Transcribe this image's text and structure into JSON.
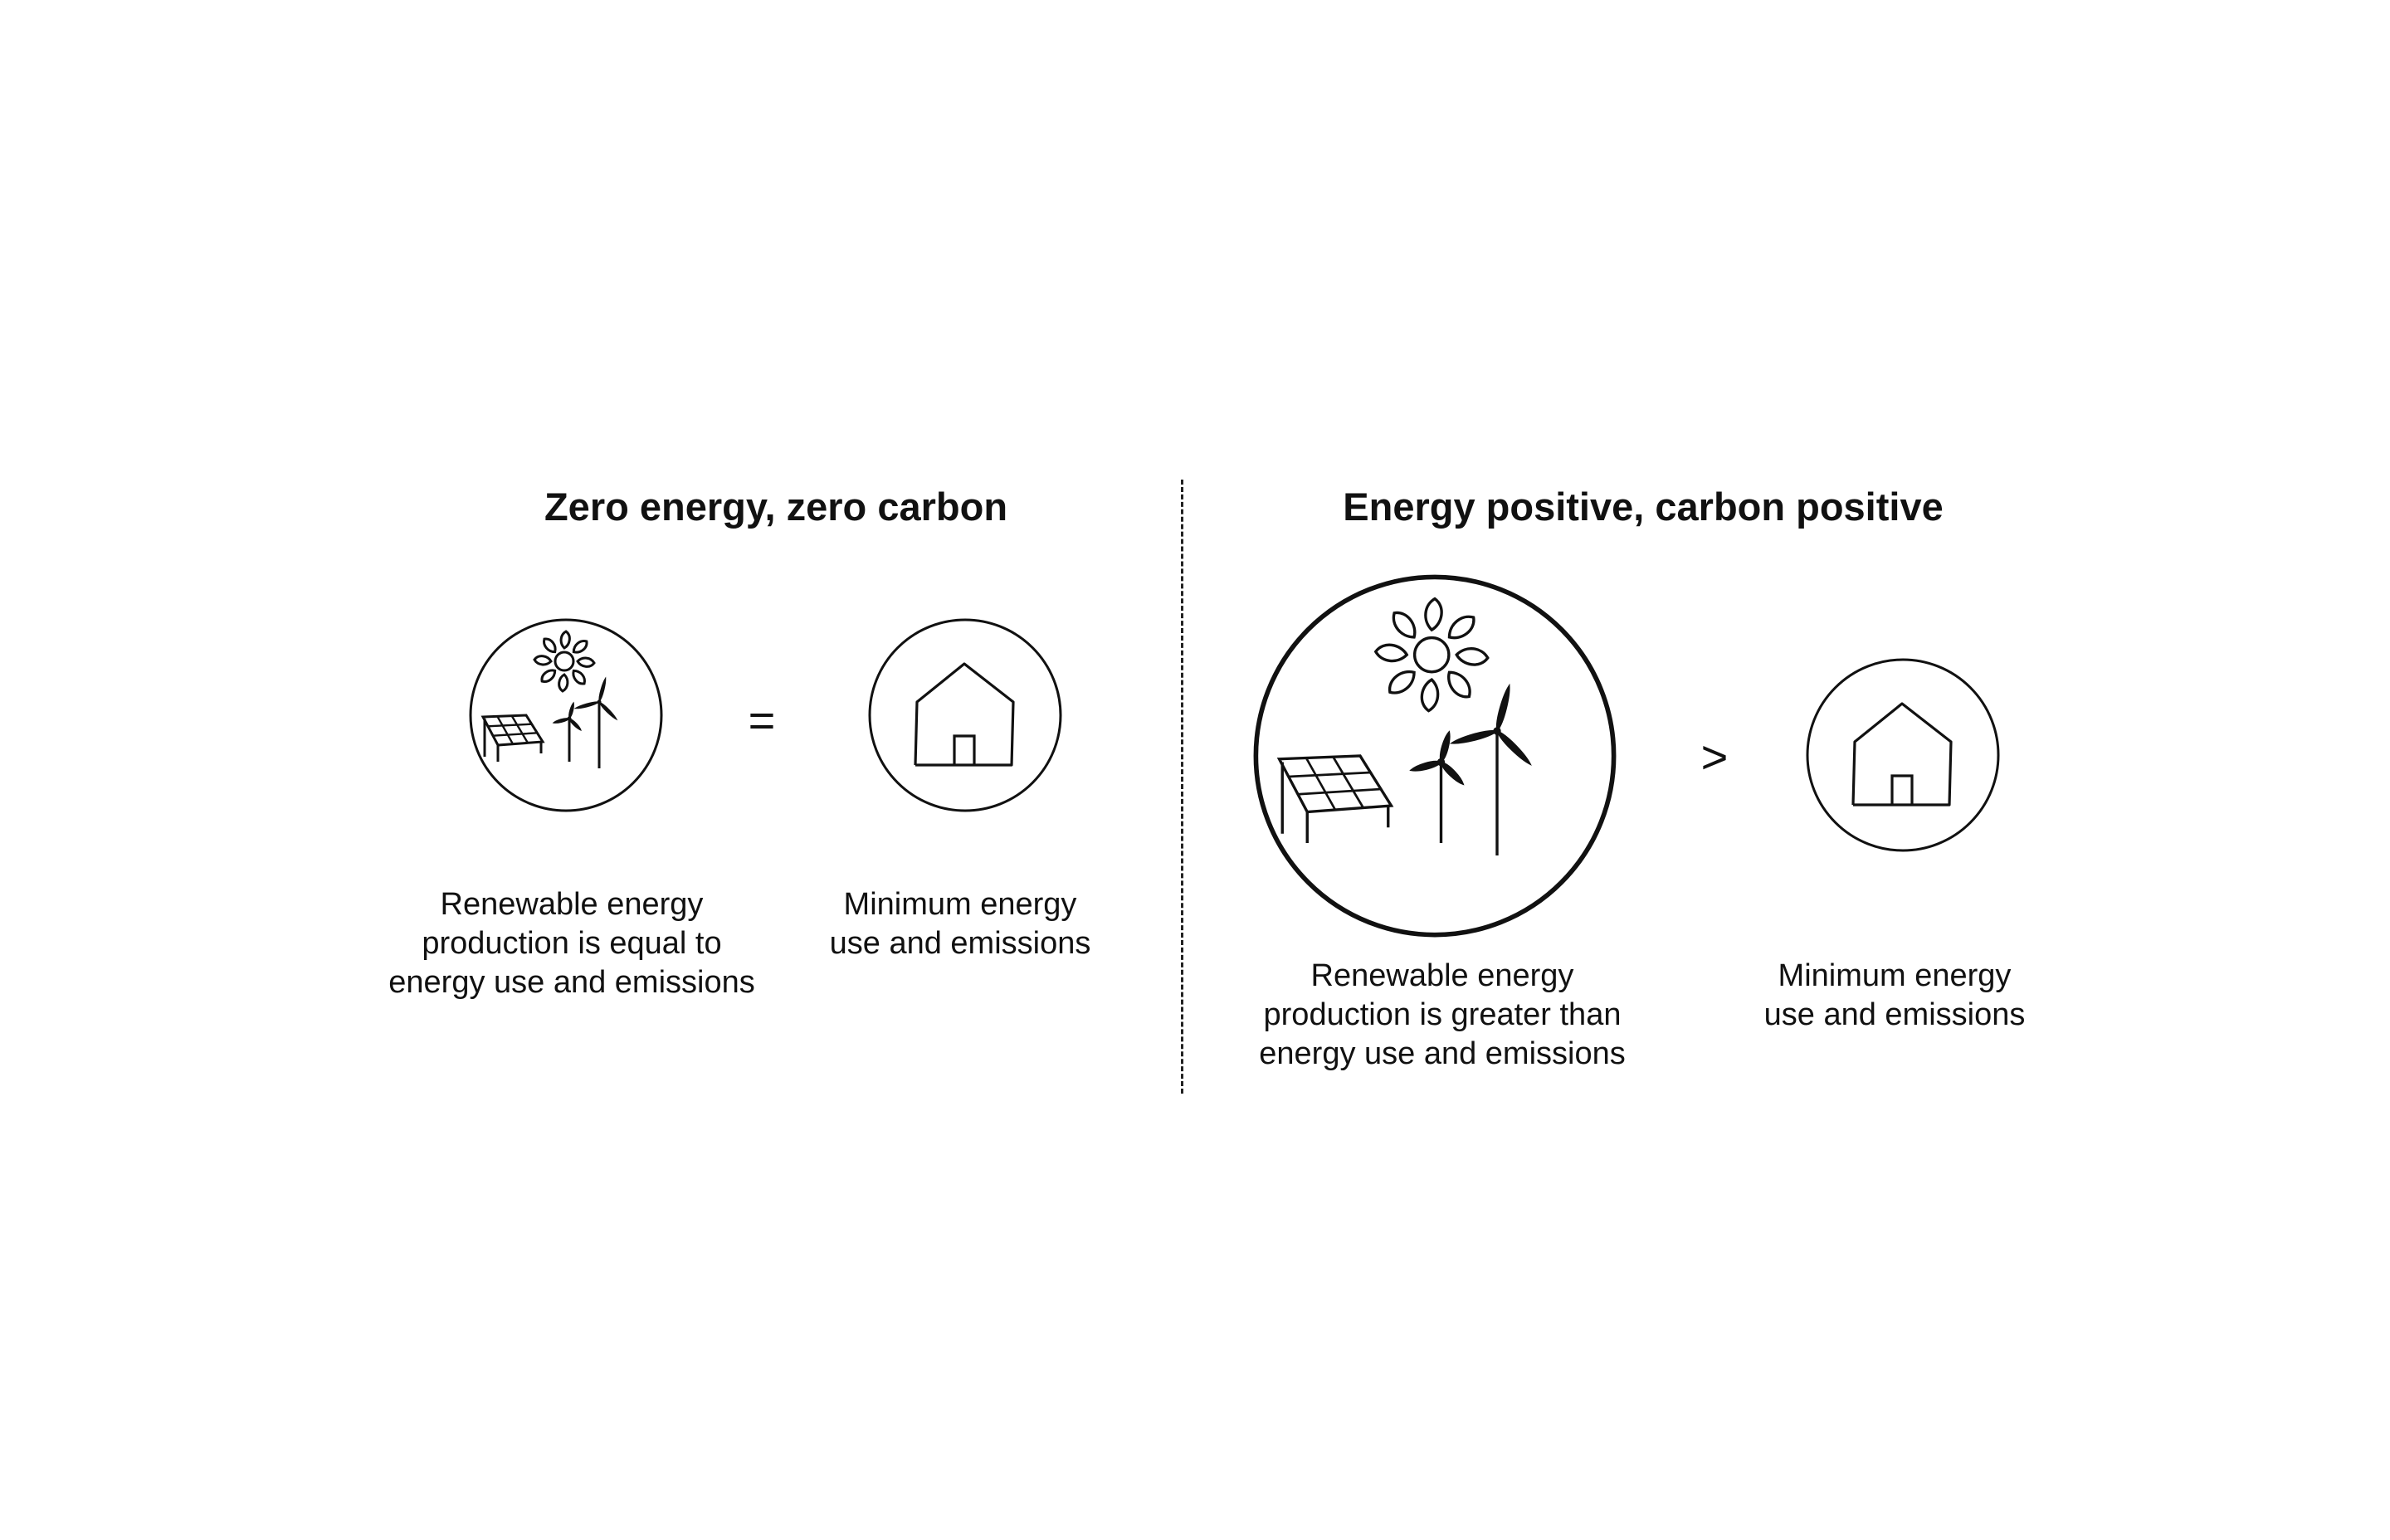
{
  "left_panel": {
    "title": "Zero energy, zero carbon",
    "operator": "=",
    "renewable_caption": "Renewable energy\nproduction is equal to\nenergy use and emissions",
    "home_caption": "Minimum energy\nuse and emissions"
  },
  "right_panel": {
    "title": "Energy positive, carbon positive",
    "operator": ">",
    "renewable_caption": "Renewable energy\nproduction is greater than\nenergy use and emissions",
    "home_caption": "Minimum energy\nuse and emissions"
  },
  "icons": {
    "renewable": "sun-solar-panel-wind-turbines-icon",
    "home": "house-icon"
  },
  "colors": {
    "line": "#111111",
    "background": "#ffffff"
  }
}
